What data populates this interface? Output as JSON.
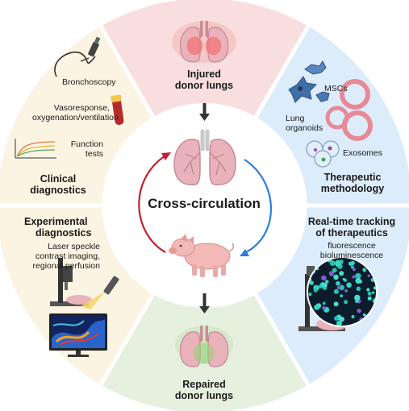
{
  "center": {
    "title": "Cross-circulation"
  },
  "sectors": {
    "injured": {
      "label_line1": "Injured",
      "label_line2": "donor lungs",
      "color": "#f8dede"
    },
    "therapeutic": {
      "title_line1": "Therapeutic",
      "title_line2": "methodology",
      "color": "#dcecfb",
      "items": {
        "mscs": "MSCs",
        "organoids_line1": "Lung",
        "organoids_line2": "organoids",
        "exosomes": "Exosomes"
      }
    },
    "tracking": {
      "title_line1": "Real-time tracking",
      "title_line2": "of therapeutics",
      "sub_line1": "fluorescence",
      "sub_line2": "bioluminescence",
      "color": "#dcecfb"
    },
    "repaired": {
      "label_line1": "Repaired",
      "label_line2": "donor lungs",
      "color": "#e6f0df"
    },
    "experimental": {
      "title_line1": "Experimental",
      "title_line2": "diagnostics",
      "sub_line1": "Laser speckle",
      "sub_line2": "contrast imaging,",
      "sub_line3": "regional perfusion",
      "color": "#fbf4e2"
    },
    "clinical": {
      "title_line1": "Clinical",
      "title_line2": "diagnostics",
      "color": "#fbf4e2",
      "items": {
        "bronchoscopy": "Bronchoscopy",
        "vaso_line1": "Vasoresponse,",
        "vaso_line2": "oxygenation/ventilation",
        "function_line1": "Function",
        "function_line2": "tests"
      }
    }
  },
  "colors": {
    "arrow_red": "#c0212e",
    "arrow_blue": "#2b7de0",
    "arrow_dark": "#333333"
  },
  "icons": [
    "lungs-icon",
    "pig-icon",
    "bronchoscope-icon",
    "blood-tube-icon",
    "graph-icon",
    "msc-cell-icon",
    "organoid-ring-icon",
    "exosome-dish-icon",
    "microscope-icon",
    "monitor-icon",
    "laser-icon",
    "fluorescence-disc-icon"
  ]
}
